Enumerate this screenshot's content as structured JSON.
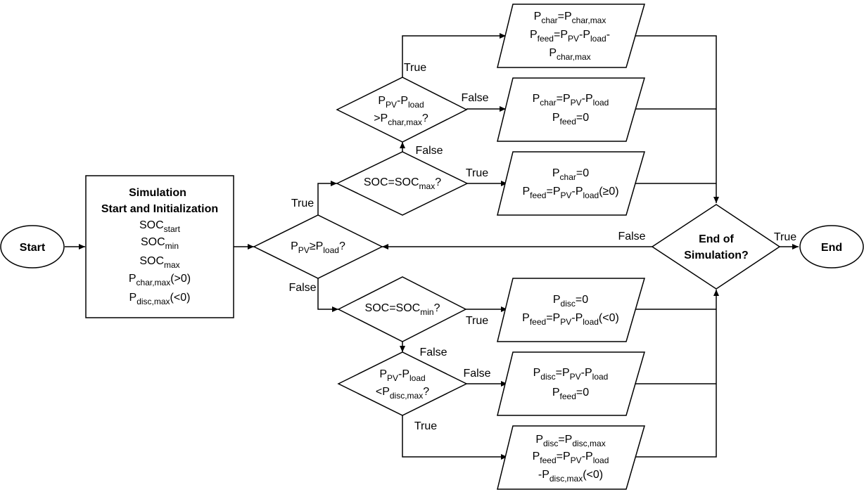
{
  "start_node": {
    "label": "Start"
  },
  "end_node": {
    "label": "End"
  },
  "init_box": {
    "title_line1": "Simulation",
    "title_line2": "Start and Initialization",
    "soc_start": {
      "base": "SOC",
      "sub": "start"
    },
    "soc_min": {
      "base": "SOC",
      "sub": "min"
    },
    "soc_max": {
      "base": "SOC",
      "sub": "max"
    },
    "p_char_max": {
      "base": "P",
      "sub": "char,max",
      "tail": "(>0)"
    },
    "p_disc_max": {
      "base": "P",
      "sub": "disc,max",
      "tail": "(<0)"
    }
  },
  "decision_pv_load": {
    "p1": "P",
    "s1": "PV",
    "mid": "≥P",
    "s2": "load",
    "end": "?"
  },
  "decision_soc_max": {
    "pre": "SOC=SOC",
    "sub": "max",
    "end": "?"
  },
  "decision_soc_min": {
    "pre": "SOC=SOC",
    "sub": "min",
    "end": "?"
  },
  "decision_char": {
    "l1": {
      "p1": "P",
      "s1": "PV",
      "mid": "-P",
      "s2": "load"
    },
    "l2": {
      "pre": ">P",
      "sub": "char,max",
      "end": "?"
    }
  },
  "decision_disc": {
    "l1": {
      "p1": "P",
      "s1": "PV",
      "mid": "-P",
      "s2": "load"
    },
    "l2": {
      "pre": "<P",
      "sub": "disc,max",
      "end": "?"
    }
  },
  "decision_end": {
    "line1": "End of",
    "line2": "Simulation?"
  },
  "out_char_max": {
    "l1": {
      "p1": "P",
      "s1": "char",
      "mid": "=P",
      "s2": "char,max"
    },
    "l2": {
      "p1": "P",
      "s1": "feed",
      "mid": "=P",
      "s2": "PV",
      "mid2": "-P",
      "s3": "load",
      "end": "-"
    },
    "l3": {
      "p1": "P",
      "s1": "char,max"
    }
  },
  "out_char_pv": {
    "l1": {
      "p1": "P",
      "s1": "char",
      "mid": "=P",
      "s2": "PV",
      "mid2": "-P",
      "s3": "load"
    },
    "l2": {
      "p1": "P",
      "s1": "feed",
      "end": "=0"
    }
  },
  "out_char_zero": {
    "l1": {
      "p1": "P",
      "s1": "char",
      "end": "=0"
    },
    "l2": {
      "p1": "P",
      "s1": "feed",
      "mid": "=P",
      "s2": "PV",
      "mid2": "-P",
      "s3": "load",
      "end": "(≥0)"
    }
  },
  "out_disc_zero": {
    "l1": {
      "p1": "P",
      "s1": "disc",
      "end": "=0"
    },
    "l2": {
      "p1": "P",
      "s1": "feed",
      "mid": "=P",
      "s2": "PV",
      "mid2": "-P",
      "s3": "load",
      "end": "(<0)"
    }
  },
  "out_disc_pv": {
    "l1": {
      "p1": "P",
      "s1": "disc",
      "mid": "=P",
      "s2": "PV",
      "mid2": "-P",
      "s3": "load"
    },
    "l2": {
      "p1": "P",
      "s1": "feed",
      "end": "=0"
    }
  },
  "out_disc_max": {
    "l1": {
      "p1": "P",
      "s1": "disc",
      "mid": "=P",
      "s2": "disc,max"
    },
    "l2": {
      "p1": "P",
      "s1": "feed",
      "mid": "=P",
      "s2": "PV",
      "mid2": "-P",
      "s3": "load"
    },
    "l3": {
      "p1": "-P",
      "s1": "disc,max",
      "end": "(<0)"
    }
  },
  "edge_labels": {
    "true": "True",
    "false": "False"
  }
}
